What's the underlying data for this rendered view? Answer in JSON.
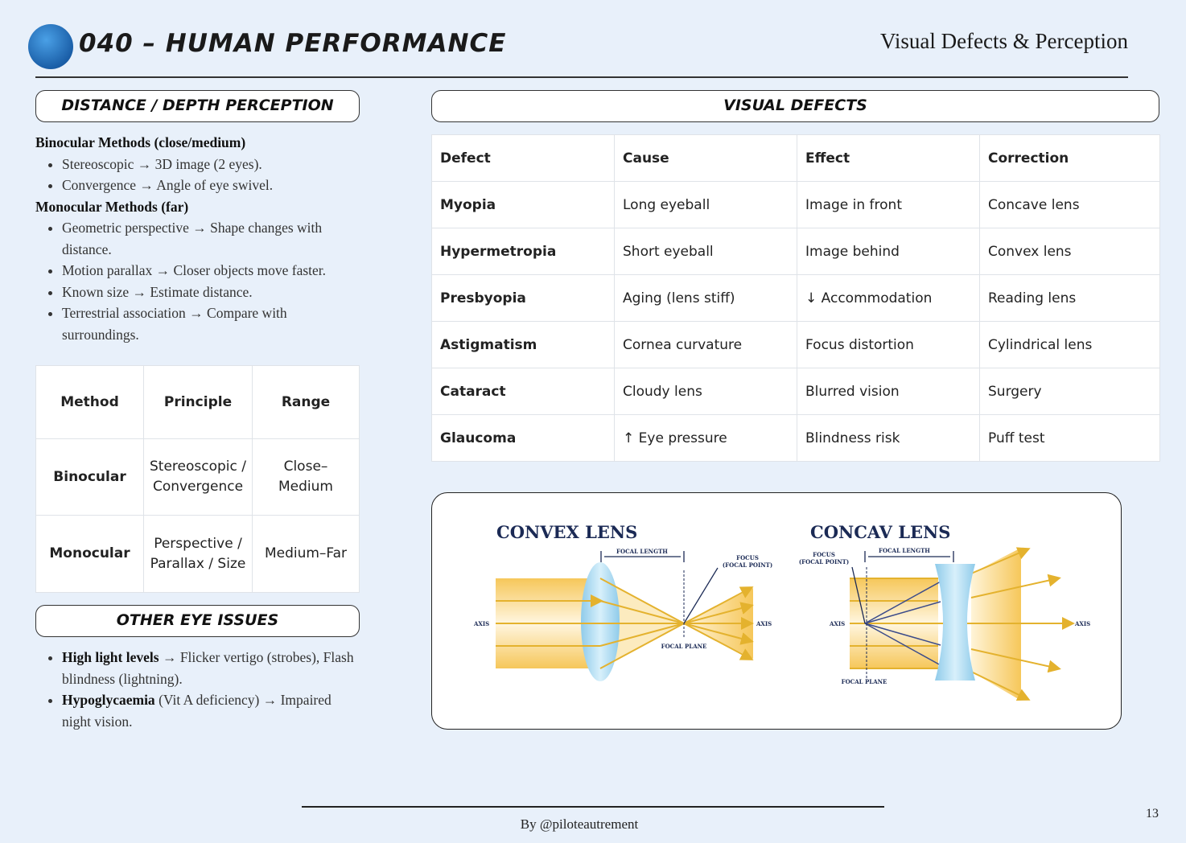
{
  "header": {
    "brand": "040 – HUMAN PERFORMANCE",
    "title": "Visual Defects & Perception"
  },
  "depth": {
    "heading": "DISTANCE / DEPTH PERCEPTION",
    "binocular_title": "Binocular Methods (close/medium)",
    "binocular": [
      "Stereoscopic → 3D image (2 eyes).",
      "Convergence → Angle of eye swivel."
    ],
    "monocular_title": "Monocular Methods (far)",
    "monocular": [
      "Geometric perspective → Shape changes with distance.",
      "Motion parallax → Closer objects move faster.",
      "Known size → Estimate distance.",
      "Terrestrial association → Compare with surroundings."
    ],
    "table": {
      "headers": [
        "Method",
        "Principle",
        "Range"
      ],
      "rows": [
        [
          "Binocular",
          "Stereoscopic / Convergence",
          "Close–Medium"
        ],
        [
          "Monocular",
          "Perspective / Parallax / Size",
          "Medium–Far"
        ]
      ]
    }
  },
  "other": {
    "heading": "OTHER EYE ISSUES",
    "items": [
      {
        "bold": "High light levels",
        "text": " → Flicker vertigo (strobes), Flash blindness (lightning)."
      },
      {
        "bold": "Hypoglycaemia",
        "text": " (Vit A deficiency) → Impaired night vision."
      }
    ]
  },
  "defects": {
    "heading": "VISUAL DEFECTS",
    "headers": [
      "Defect",
      "Cause",
      "Effect",
      "Correction"
    ],
    "rows": [
      [
        "Myopia",
        "Long eyeball",
        "Image in front",
        "Concave lens"
      ],
      [
        "Hypermetropia",
        "Short eyeball",
        "Image behind",
        "Convex lens"
      ],
      [
        "Presbyopia",
        "Aging (lens stiff)",
        "↓ Accommodation",
        "Reading lens"
      ],
      [
        "Astigmatism",
        "Cornea curvature",
        "Focus distortion",
        "Cylindrical lens"
      ],
      [
        "Cataract",
        "Cloudy lens",
        "Blurred vision",
        "Surgery"
      ],
      [
        "Glaucoma",
        "↑ Eye pressure",
        "Blindness risk",
        "Puff test"
      ]
    ]
  },
  "diagram": {
    "convex": {
      "title": "CONVEX LENS",
      "focal_length": "FOCAL LENGTH",
      "focus1": "FOCUS",
      "focus2": "(FOCAL POINT)",
      "axis": "AXIS",
      "focal_plane": "FOCAL PLANE"
    },
    "concave": {
      "title": "CONCAV LENS",
      "focal_length": "FOCAL LENGTH",
      "focus1": "FOCUS",
      "focus2": "(FOCAL POINT)",
      "axis": "AXIS",
      "focal_plane": "FOCAL PLANE"
    }
  },
  "footer": {
    "credit": "By @piloteautrement",
    "page": "13"
  }
}
